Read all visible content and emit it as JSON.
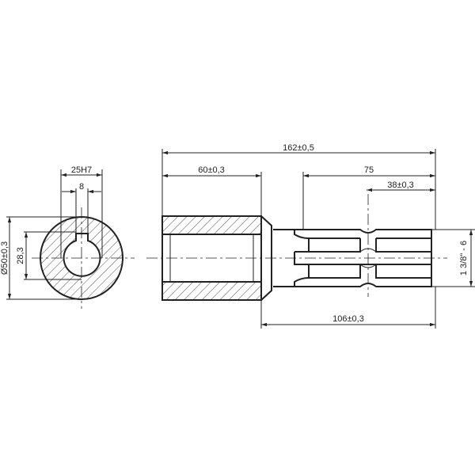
{
  "dimensions": {
    "keyway_bore": "25H7",
    "key_width": "8",
    "outer_diameter": "Ø50±0,3",
    "key_depth": "28,3",
    "total_length": "162±0,5",
    "sleeve_length": "60±0,3",
    "spline_length": "75",
    "groove_position": "38±0,3",
    "shaft_length": "106±0,3",
    "spline_spec": "1 3/8\" - 6"
  }
}
